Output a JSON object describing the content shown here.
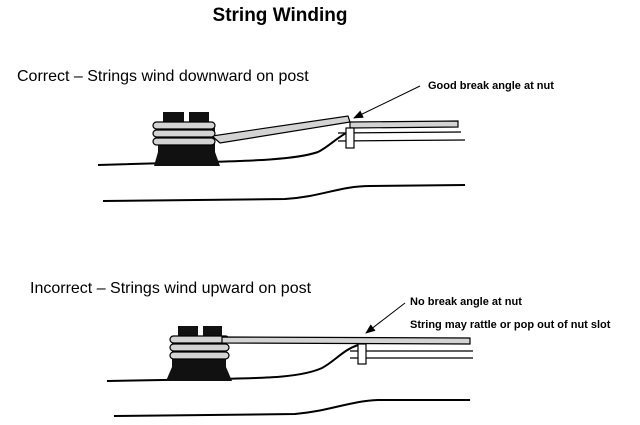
{
  "title": "String Winding",
  "correct": {
    "caption": "Correct – Strings wind downward on post",
    "note": "Good break angle at nut"
  },
  "incorrect": {
    "caption": "Incorrect – Strings wind upward on post",
    "note_1": "No break angle at nut",
    "note_2": "String may rattle or pop out of nut slot"
  }
}
